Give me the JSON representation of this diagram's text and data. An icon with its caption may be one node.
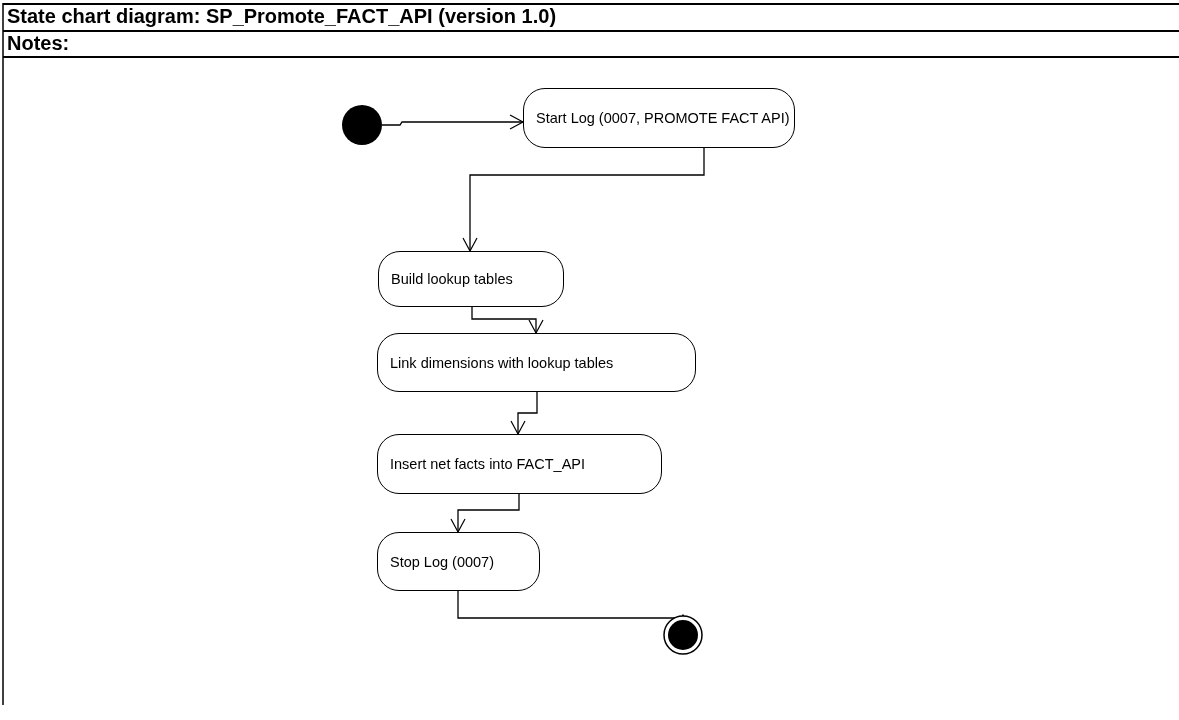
{
  "diagram": {
    "title": "State chart diagram: SP_Promote_FACT_API (version 1.0)",
    "nodes": [
      {
        "text": [],
        "shape": "circle"
      },
      {
        "text": [
          "Start Log (0007, PROMOTE FACT API)"
        ]
      },
      {
        "text": [
          "Build lookup tables"
        ]
      },
      {
        "text": [
          "Link dimensions with lookup tables"
        ]
      },
      {
        "text": [
          "Insert net facts into FACT_API"
        ]
      },
      {
        "text": [
          "Stop Log (0007)"
        ]
      },
      {
        "text": [],
        "shape": "circle"
      }
    ],
    "edges": [
      {
        "from": 0,
        "to": 1,
        "arrow": "to"
      },
      {
        "from": 1,
        "to": 2,
        "arrow": "to"
      },
      {
        "from": 2,
        "to": 3,
        "arrow": "to"
      },
      {
        "from": 3,
        "to": 4,
        "arrow": "to"
      },
      {
        "from": 4,
        "to": 5,
        "arrow": "to"
      },
      {
        "from": 5,
        "to": 6,
        "arrow": "to"
      }
    ],
    "labels": [
      "Notes:"
    ]
  }
}
